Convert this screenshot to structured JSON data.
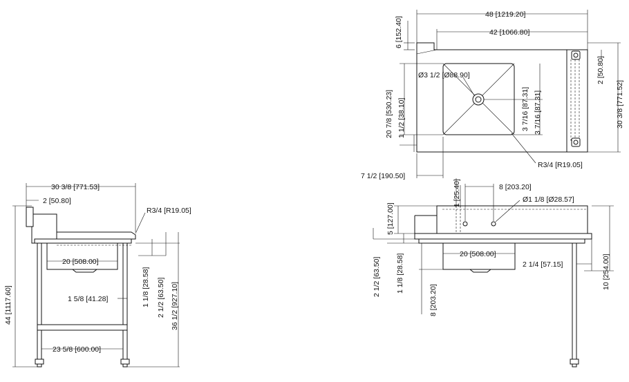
{
  "side_view": {
    "overall_depth": "30 3/8 [771.53]",
    "backsplash_depth": "2 [50.80]",
    "corner_radius": "R3/4 [R19.05]",
    "bowl_width": "20 [508.00]",
    "edge_drop": "1 1/8 [28.58]",
    "bowl_offset": "2 1/2 [63.50]",
    "leg_inset": "1 5/8 [41.28]",
    "work_height": "36 1/2 [927.10]",
    "overall_height": "44 [1117.60]",
    "leg_spacing": "23 5/8 [600.00]"
  },
  "top_view": {
    "overall_length": "48 [1219.20]",
    "drainboard_length": "42 [1066.80]",
    "backsplash_height": "6 [152.40]",
    "drain_diameter": "Ø3 1/2 [Ø88.90]",
    "bowl_depth": "20 7/8 [530.23]",
    "front_inset": "1 1/2 [38.10]",
    "drain_offset_x": "3 7/16 [87.31]",
    "drain_offset_y": "3 7/16 [87.31]",
    "right_margin": "2 [50.80]",
    "overall_depth": "30 3/8 [771.52]",
    "bowl_offset_left": "7 1/2 [190.50]",
    "bowl_radius": "R3/4 [R19.05]"
  },
  "front_view": {
    "splash_thickness": "1 [25.40]",
    "faucet_spacing": "8 [203.20]",
    "faucet_hole": "Ø1 1/8 [Ø28.57]",
    "splash_height": "5 [127.00]",
    "bowl_width": "20 [508.00]",
    "leg_offset": "2 1/4 [57.15]",
    "bowl_depth": "10 [254.00]",
    "rim_offset": "2 1/2 [63.50]",
    "rim_drop": "1 1/8 [28.58]",
    "bowl_base": "8 [203.20]"
  }
}
